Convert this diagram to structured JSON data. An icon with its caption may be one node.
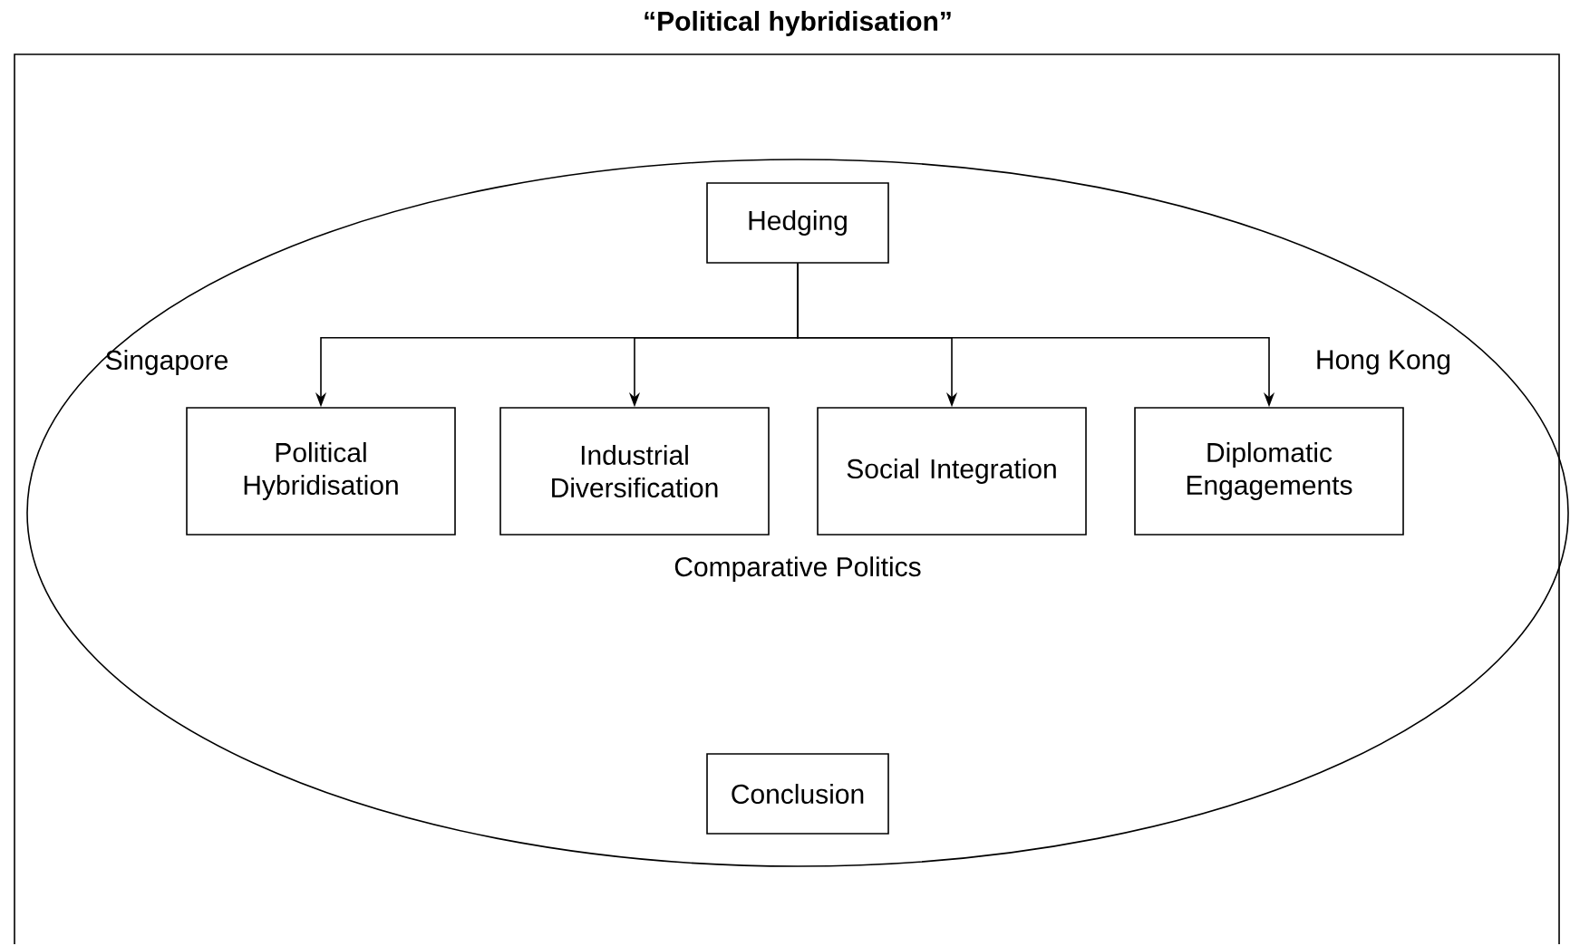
{
  "diagram": {
    "title": "“Political hybridisation”",
    "nodes": [
      {
        "text": [
          "Comparative Politics"
        ]
      },
      {
        "text": [
          "Hedging"
        ],
        "in": 0
      },
      {
        "text": [
          "Political Hybridisation"
        ],
        "in": 0
      },
      {
        "text": [
          "Industrial Diversification"
        ],
        "in": 0
      },
      {
        "text": [
          "Social Integration"
        ],
        "in": 0
      },
      {
        "text": [
          "Diplomatic Engagements"
        ],
        "in": 0
      },
      {
        "text": [
          "Conclusion"
        ],
        "in": 0
      }
    ],
    "edges": [
      {
        "from": 1,
        "to": 2,
        "arrow": "to"
      },
      {
        "from": 1,
        "to": 3,
        "arrow": "to"
      },
      {
        "from": 1,
        "to": 4,
        "arrow": "to"
      },
      {
        "from": 1,
        "to": 5,
        "arrow": "to"
      }
    ],
    "labels": [
      "Singapore",
      "Hong Kong"
    ]
  }
}
